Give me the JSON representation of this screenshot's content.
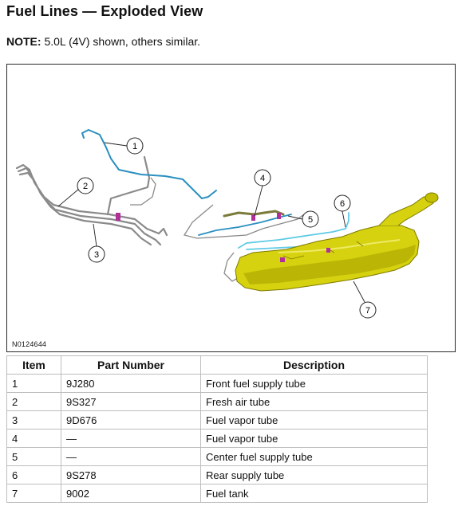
{
  "page": {
    "title": "Fuel Lines — Exploded View",
    "note_label": "NOTE:",
    "note_text": " 5.0L (4V) shown, others similar."
  },
  "figure": {
    "id": "N0124644",
    "callouts": [
      "1",
      "2",
      "3",
      "4",
      "5",
      "6",
      "7"
    ]
  },
  "table": {
    "headers": [
      "Item",
      "Part Number",
      "Description"
    ],
    "rows": [
      {
        "item": "1",
        "part": "9J280",
        "desc": "Front fuel supply tube"
      },
      {
        "item": "2",
        "part": "9S327",
        "desc": "Fresh air tube"
      },
      {
        "item": "3",
        "part": "9D676",
        "desc": "Fuel vapor tube"
      },
      {
        "item": "4",
        "part": "—",
        "desc": "Fuel vapor tube"
      },
      {
        "item": "5",
        "part": "—",
        "desc": "Center fuel supply tube"
      },
      {
        "item": "6",
        "part": "9S278",
        "desc": "Rear supply tube"
      },
      {
        "item": "7",
        "part": "9002",
        "desc": "Fuel tank"
      }
    ]
  },
  "colors": {
    "supply_tube": "#2a8fc0",
    "rear_tube": "#5ecbe6",
    "grey_tube": "#8a8a8a",
    "tank_fill": "#d6d20f",
    "tank_shade": "#a8a400",
    "clip": "#b0309a"
  }
}
